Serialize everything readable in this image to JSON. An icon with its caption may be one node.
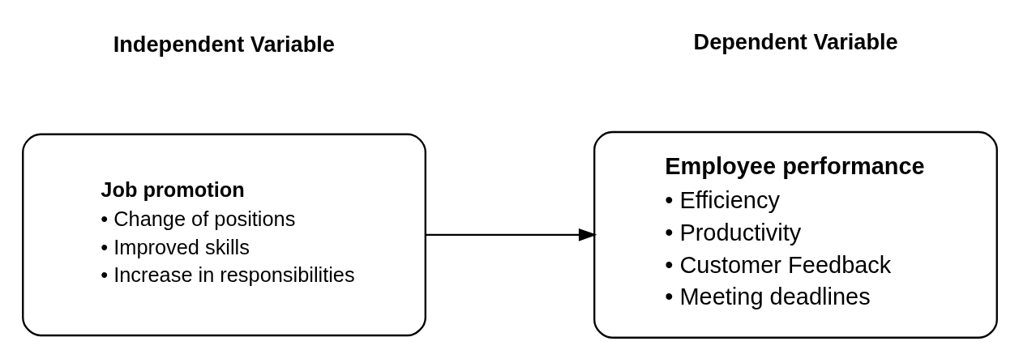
{
  "diagram": {
    "nodes": [
      {
        "text": [
          "Job promotion",
          "• Change of positions",
          "• Improved skills",
          "• Increase in responsibilities"
        ]
      },
      {
        "text": [
          "Employee performance",
          "• Efficiency",
          "• Productivity",
          "• Customer Feedback",
          "• Meeting deadlines"
        ]
      }
    ],
    "edges": [
      {
        "from": 0,
        "to": 1,
        "arrow": "to"
      }
    ],
    "labels": [
      "Independent Variable",
      "Dependent Variable"
    ]
  }
}
